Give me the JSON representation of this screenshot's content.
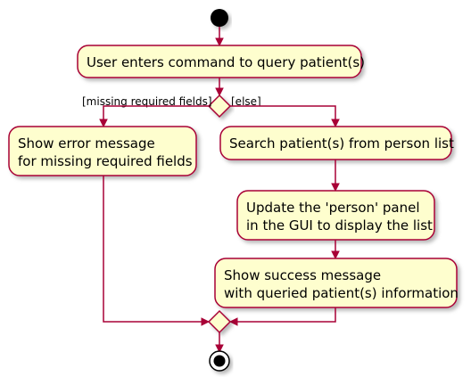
{
  "diagram": {
    "type": "activity-diagram",
    "colors": {
      "activity_fill": "#FEFECE",
      "border": "#A80036",
      "start_end": "#000000"
    },
    "activities": {
      "query": "User enters command to query patient(s)",
      "error_line1": "Show error message",
      "error_line2": "for missing required fields",
      "search": "Search patient(s) from person list",
      "update_line1": "Update the 'person' panel",
      "update_line2": "in the GUI to display the list",
      "success_line1": "Show success message",
      "success_line2": "with queried patient(s) information"
    },
    "guards": {
      "missing": "[missing required fields]",
      "else": "[else]"
    }
  }
}
